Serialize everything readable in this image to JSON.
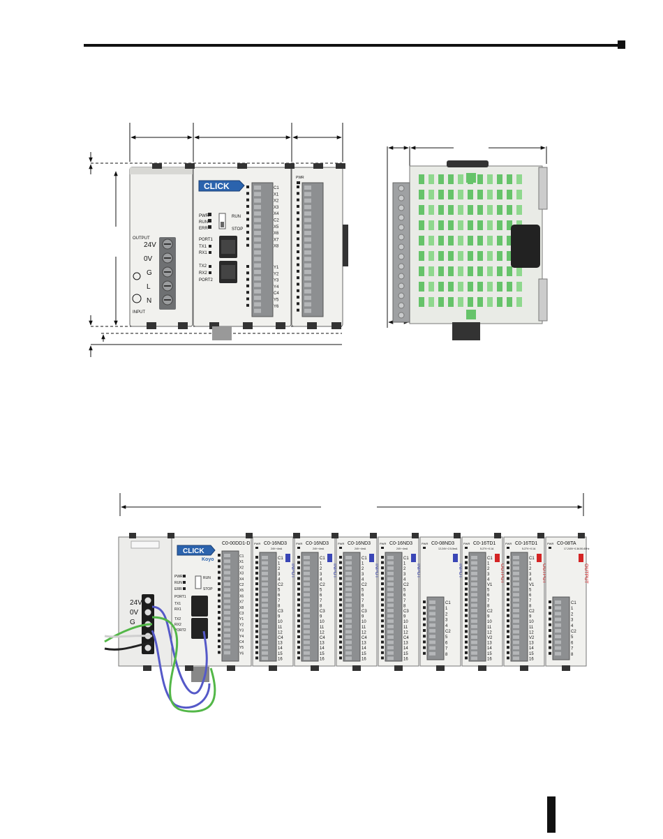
{
  "header_rule": {
    "visible": true
  },
  "front_view": {
    "logo": "CLICK",
    "status_leds": [
      "PWR",
      "RUN",
      "ERR"
    ],
    "mode_switch": [
      "RUN",
      "STOP"
    ],
    "port_labels": [
      "PORT1",
      "TX1",
      "RX1",
      "TX2",
      "RX2",
      "PORT2"
    ],
    "inputs": [
      "C1",
      "X1",
      "X2",
      "X3",
      "X4",
      "C2",
      "X5",
      "X6",
      "X7",
      "X8"
    ],
    "outputs": [
      "Y1",
      "Y2",
      "Y3",
      "Y4",
      "C4",
      "Y5",
      "Y6"
    ],
    "power_supply": {
      "output_label": "OUTPUT",
      "input_label": "INPUT",
      "terminals": [
        "24V",
        "0V",
        "G",
        "L",
        "N"
      ]
    },
    "io_module_led_label": "PWR"
  },
  "system_view": {
    "modules": [
      {
        "model": "C0-00DD1-D",
        "type": "cpu"
      },
      {
        "model": "C0-16ND3",
        "rating": "24V⎓4mA",
        "kind": "INPUT",
        "terms": [
          "C1",
          "1",
          "2",
          "3",
          "4",
          "C2",
          "5",
          "6",
          "7",
          "8",
          "C3",
          "9",
          "10",
          "11",
          "12",
          "C4",
          "13",
          "14",
          "15",
          "16"
        ]
      },
      {
        "model": "C0-16ND3",
        "rating": "24V⎓4mA",
        "kind": "INPUT",
        "terms": [
          "C1",
          "1",
          "2",
          "3",
          "4",
          "C2",
          "5",
          "6",
          "7",
          "8",
          "C3",
          "9",
          "10",
          "11",
          "12",
          "C4",
          "13",
          "14",
          "15",
          "16"
        ]
      },
      {
        "model": "C0-16ND3",
        "rating": "24V⎓4mA",
        "kind": "INPUT",
        "terms": [
          "C1",
          "1",
          "2",
          "3",
          "4",
          "C2",
          "5",
          "6",
          "7",
          "8",
          "C3",
          "9",
          "10",
          "11",
          "12",
          "C4",
          "13",
          "14",
          "15",
          "16"
        ]
      },
      {
        "model": "C0-16ND3",
        "rating": "24V⎓4mA",
        "kind": "INPUT",
        "terms": [
          "C1",
          "1",
          "2",
          "3",
          "4",
          "C2",
          "5",
          "6",
          "7",
          "8",
          "C3",
          "9",
          "10",
          "11",
          "12",
          "C4",
          "13",
          "14",
          "15",
          "16"
        ]
      },
      {
        "model": "C0-08ND3",
        "rating": "12-24V⎓2.5-5mA",
        "kind": "INPUT",
        "terms": [
          "C1",
          "1",
          "2",
          "3",
          "4",
          "C2",
          "5",
          "6",
          "7",
          "8"
        ]
      },
      {
        "model": "C0-16TD1",
        "rating": "5-27V⎓0.1A",
        "kind": "OUTPUT",
        "terms": [
          "C1",
          "1",
          "2",
          "3",
          "4",
          "V1",
          "5",
          "6",
          "7",
          "8",
          "C2",
          "9",
          "10",
          "11",
          "12",
          "V2",
          "13",
          "14",
          "15",
          "16"
        ]
      },
      {
        "model": "C0-16TD1",
        "rating": "5-27V⎓0.1A",
        "kind": "OUTPUT",
        "terms": [
          "C1",
          "1",
          "2",
          "3",
          "4",
          "V1",
          "5",
          "6",
          "7",
          "8",
          "C2",
          "9",
          "10",
          "11",
          "12",
          "V2",
          "13",
          "14",
          "15",
          "16"
        ]
      },
      {
        "model": "C0-08TA",
        "rating": "17-240V~0.3A 50-60Hz",
        "kind": "OUTPUT",
        "terms": [
          "C1",
          "1",
          "2",
          "3",
          "4",
          "C2",
          "5",
          "6",
          "7",
          "8"
        ]
      }
    ],
    "cpu": {
      "logo": "CLICK",
      "logo_sub": "Koyo",
      "leds": [
        "PWR",
        "RUN",
        "ERR"
      ],
      "mode": [
        "RUN",
        "STOP"
      ],
      "ports": [
        "PORT1",
        "TX1",
        "RX1",
        "TX2",
        "RX2",
        "PORT2"
      ],
      "inputs": [
        "C1",
        "X1",
        "X2",
        "X3",
        "X4",
        "C2",
        "X5",
        "X6",
        "X7",
        "X8"
      ],
      "outputs": [
        "C3",
        "Y1",
        "Y2",
        "Y3",
        "Y4",
        "C4",
        "Y5",
        "Y6"
      ]
    },
    "power_terms": [
      "24V",
      "0V",
      "G"
    ],
    "io_led_label": "PWR"
  },
  "colors": {
    "module_body": "#f1f1ee",
    "terminal_block": "#8d8f91",
    "connector_green": "#66c36a",
    "logo_blue": "#2b63ad",
    "input_tag": "#3a46b6",
    "output_tag": "#d42424",
    "wire_blue": "#5559c8",
    "wire_green": "#53b748"
  }
}
